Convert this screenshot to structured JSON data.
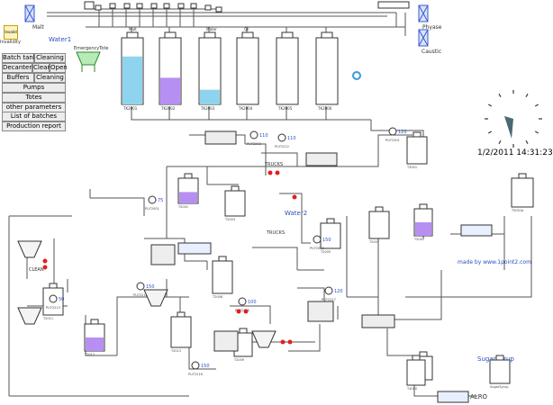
{
  "left_panel": {
    "invalid_icon_text": "Invalid",
    "invalid_label": "Invalidity",
    "menu_row1": [
      "Batch tanks",
      "Cleaning"
    ],
    "menu_row2": [
      "Decanters",
      "Clean",
      "Open"
    ],
    "menu_row3": [
      "Buffers",
      "Cleaning"
    ],
    "menu_single": [
      "Pumps",
      "Totes",
      "other parameters"
    ],
    "reports": [
      "List of batches",
      "Production report"
    ]
  },
  "header_labels": {
    "malt": "Malt",
    "water_top": "Water1",
    "phyase": "Phyase",
    "caustic": "Caustic",
    "emergency": "EmergencyTote",
    "tank_tops": [
      "Malt",
      "",
      "Water",
      "Oil",
      "",
      ""
    ]
  },
  "top_tanks": [
    {
      "label": "TK2001",
      "level": 0.72,
      "color": "#8fd4ee"
    },
    {
      "label": "TK2002",
      "level": 0.4,
      "color": "#b78ff2"
    },
    {
      "label": "TK2003",
      "level": 0.22,
      "color": "#8fd4ee"
    },
    {
      "label": "TK2004",
      "level": 0.0,
      "color": "#8fd4ee"
    },
    {
      "label": "TK2005",
      "level": 0.0,
      "color": "#8fd4ee"
    },
    {
      "label": "TK2006",
      "level": 0.0,
      "color": "#8fd4ee"
    }
  ],
  "clock": {
    "datetime": "1/2/2011 14:31:23"
  },
  "made_by": "made by www.1point2.com",
  "labels": {
    "truck1": "TRUCKS",
    "truck2": "TRUCKS",
    "water2": "Water2",
    "sugar_syrup": "SugarSyrup",
    "alro": "ALRO",
    "clean": "CLEAN",
    "pump_values": [
      "110",
      "110",
      "120",
      "75",
      "150",
      "50",
      "100",
      "150",
      "120",
      "150"
    ],
    "pump_tags": [
      "PU72202",
      "PU72212",
      "PU72301",
      "PU72001",
      "PU72002",
      "PU72213",
      "PU72215",
      "PU72216",
      "PU72217",
      "PU72218"
    ]
  },
  "vessels": [
    {
      "tag": "T3001",
      "level": 0.0
    },
    {
      "tag": "T2001",
      "level": 0.45
    },
    {
      "tag": "T2003",
      "level": 0.0
    },
    {
      "tag": "T2005",
      "level": 0.0
    },
    {
      "tag": "T2007",
      "level": 0.0
    },
    {
      "tag": "T3001b",
      "level": 0.0
    },
    {
      "tag": "T2002",
      "level": 0.5
    },
    {
      "tag": "T2008",
      "level": 0.0
    },
    {
      "tag": "T2011",
      "level": 0.0
    },
    {
      "tag": "T2012",
      "level": 0.5
    },
    {
      "tag": "T2013",
      "level": 0.0
    },
    {
      "tag": "T2009",
      "level": 0.0
    },
    {
      "tag": "T2010",
      "level": 0.0
    },
    {
      "tag": "T4000",
      "level": 0.0
    },
    {
      "tag": "SugarSyrup",
      "level": 0.0
    }
  ],
  "colors": {
    "purple": "#b78ff2",
    "cyan": "#8fd4ee",
    "pipe": "#555555",
    "red_valve": "#e02020",
    "blue_text": "#2a4fc0",
    "clock_hand": "#4a6a70"
  }
}
